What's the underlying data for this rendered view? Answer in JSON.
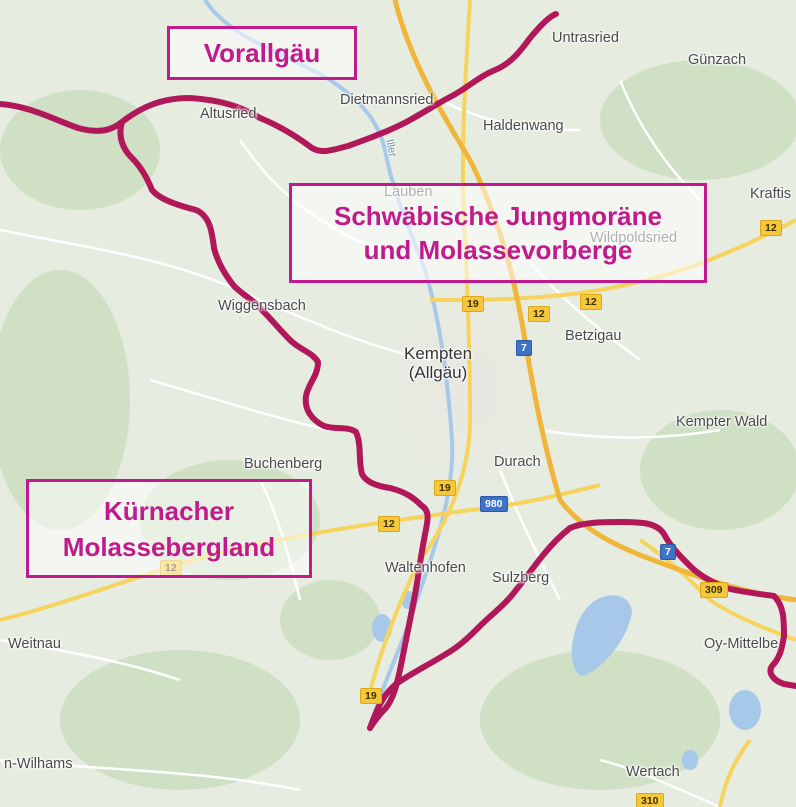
{
  "colors": {
    "boundary": "#b0185a",
    "region_label": "#c01a8c",
    "road_major": "#f6d35c",
    "water": "#a8c8ea"
  },
  "regions": {
    "vorallgaeu": "Vorallgäu",
    "jungmoraene_line1": "Schwäbische Jungmoräne",
    "jungmoraene_line2": "und Molassevorberge",
    "kuernacher_line1": "Kürnacher",
    "kuernacher_line2": "Molassebergland"
  },
  "places": {
    "untrasried": "Untrasried",
    "guenzach": "Günzach",
    "dietmannsried": "Dietmannsried",
    "altusried": "Altusried",
    "haldenwang": "Haldenwang",
    "lauben": "Lauben",
    "kraftisried": "Kraftis",
    "wildpoldsried": "Wildpoldsried",
    "wiggensbach": "Wiggensbach",
    "kempten_1": "Kempten",
    "kempten_2": "(Allgäu)",
    "betzigau": "Betzigau",
    "kempter_wald": "Kempter Wald",
    "buchenberg": "Buchenberg",
    "durach": "Durach",
    "waltenhofen": "Waltenhofen",
    "sulzberg": "Sulzberg",
    "weitnau": "Weitnau",
    "oy_mittelberg": "Oy-Mittelbe",
    "wilhams": "n-Wilhams",
    "wertach": "Wertach",
    "iller": "Iller"
  },
  "roads": {
    "b12": "12",
    "b19": "19",
    "a7": "7",
    "a980": "980",
    "b309": "309",
    "b310": "310"
  }
}
